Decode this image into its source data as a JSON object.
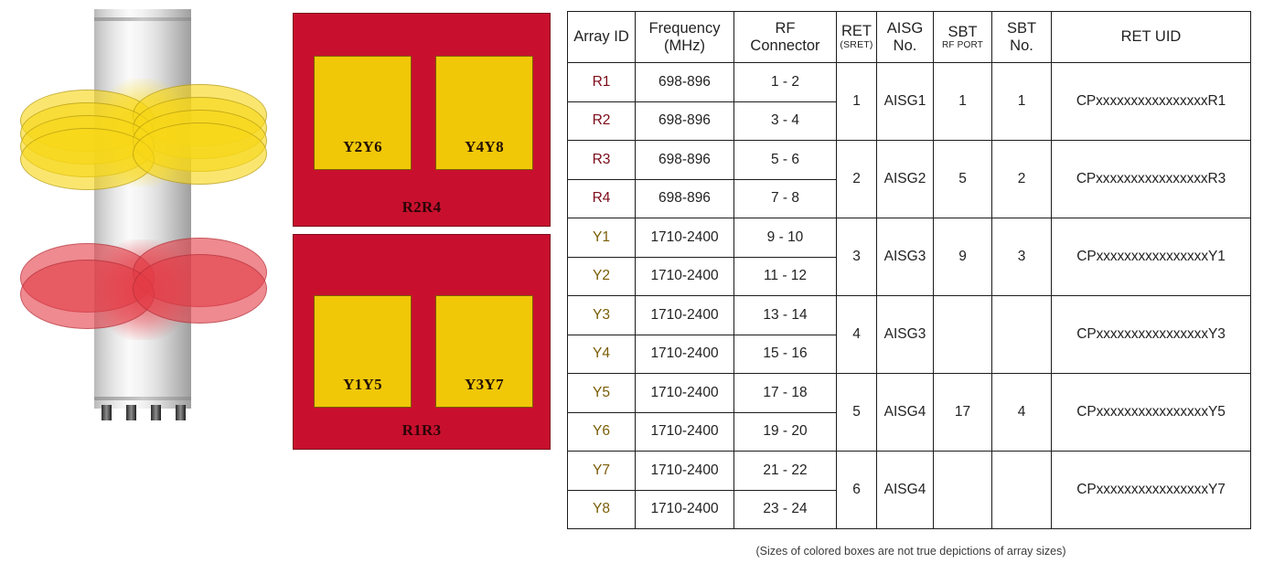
{
  "figure": {
    "name": "antenna-beam-illustration",
    "mast_label": "antenna-mast",
    "yellow_lobe_count": 4,
    "red_lobe_count": 2,
    "connector_count": 4,
    "colors": {
      "yellow": "#F0C808",
      "red": "#C8102E",
      "mast": "#d9d9d9"
    }
  },
  "panels": [
    {
      "id": "panel-top",
      "label": "R2R4",
      "boxes": [
        {
          "label": "Y2Y6"
        },
        {
          "label": "Y4Y8"
        }
      ]
    },
    {
      "id": "panel-bottom",
      "label": "R1R3",
      "boxes": [
        {
          "label": "Y1Y5"
        },
        {
          "label": "Y3Y7"
        }
      ]
    }
  ],
  "table": {
    "headers": {
      "array_id": "Array ID",
      "frequency_line1": "Frequency",
      "frequency_line2": "(MHz)",
      "rf_line1": "RF",
      "rf_line2": "Connector",
      "ret_line1": "RET",
      "ret_line2": "(SRET)",
      "aisg_line1": "AISG",
      "aisg_line2": "No.",
      "sbt_port_line1": "SBT",
      "sbt_port_line2": "RF PORT",
      "sbt_no_line1": "SBT",
      "sbt_no_line2": "No.",
      "ret_uid": "RET UID"
    },
    "rows": [
      {
        "array_id": "R1",
        "band": "red",
        "frequency": "698-896",
        "rf_connector": "1 - 2"
      },
      {
        "array_id": "R2",
        "band": "red",
        "frequency": "698-896",
        "rf_connector": "3 - 4"
      },
      {
        "array_id": "R3",
        "band": "red",
        "frequency": "698-896",
        "rf_connector": "5 - 6"
      },
      {
        "array_id": "R4",
        "band": "red",
        "frequency": "698-896",
        "rf_connector": "7 - 8"
      },
      {
        "array_id": "Y1",
        "band": "yellow",
        "frequency": "1710-2400",
        "rf_connector": "9 - 10"
      },
      {
        "array_id": "Y2",
        "band": "yellow",
        "frequency": "1710-2400",
        "rf_connector": "11 - 12"
      },
      {
        "array_id": "Y3",
        "band": "yellow",
        "frequency": "1710-2400",
        "rf_connector": "13 - 14"
      },
      {
        "array_id": "Y4",
        "band": "yellow",
        "frequency": "1710-2400",
        "rf_connector": "15 - 16"
      },
      {
        "array_id": "Y5",
        "band": "yellow",
        "frequency": "1710-2400",
        "rf_connector": "17 - 18"
      },
      {
        "array_id": "Y6",
        "band": "yellow",
        "frequency": "1710-2400",
        "rf_connector": "19 - 20"
      },
      {
        "array_id": "Y7",
        "band": "yellow",
        "frequency": "1710-2400",
        "rf_connector": "21 - 22"
      },
      {
        "array_id": "Y8",
        "band": "yellow",
        "frequency": "1710-2400",
        "rf_connector": "23 - 24"
      }
    ],
    "groups": [
      {
        "ret": "1",
        "aisg": "AISG1",
        "sbt_rf_port": "1",
        "sbt_no": "1",
        "ret_uid": "CPxxxxxxxxxxxxxxxxR1"
      },
      {
        "ret": "2",
        "aisg": "AISG2",
        "sbt_rf_port": "5",
        "sbt_no": "2",
        "ret_uid": "CPxxxxxxxxxxxxxxxxR3"
      },
      {
        "ret": "3",
        "aisg": "AISG3",
        "sbt_rf_port": "9",
        "sbt_no": "3",
        "ret_uid": "CPxxxxxxxxxxxxxxxxY1"
      },
      {
        "ret": "4",
        "aisg": "AISG3",
        "sbt_rf_port": "",
        "sbt_no": "",
        "ret_uid": "CPxxxxxxxxxxxxxxxxY3"
      },
      {
        "ret": "5",
        "aisg": "AISG4",
        "sbt_rf_port": "17",
        "sbt_no": "4",
        "ret_uid": "CPxxxxxxxxxxxxxxxxY5"
      },
      {
        "ret": "6",
        "aisg": "AISG4",
        "sbt_rf_port": "",
        "sbt_no": "",
        "ret_uid": "CPxxxxxxxxxxxxxxxxY7"
      }
    ]
  },
  "footnote": "(Sizes of colored boxes are not true depictions of array sizes)"
}
